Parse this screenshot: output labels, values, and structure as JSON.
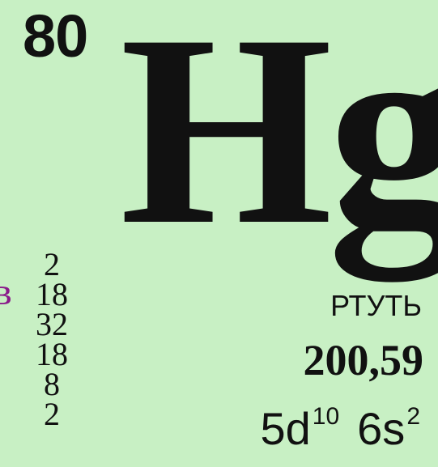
{
  "element": {
    "atomic_number": "80",
    "symbol": "Hg",
    "name": "РТУТЬ",
    "atomic_mass": "200,59",
    "electron_shells": [
      "2",
      "18",
      "32",
      "18",
      "8",
      "2"
    ],
    "electron_configuration": [
      {
        "orbital": "5d",
        "electrons": "10"
      },
      {
        "orbital": "6s",
        "electrons": "2"
      }
    ]
  },
  "edge_letter": "в",
  "colors": {
    "background": "#c8f0c4",
    "text": "#111111",
    "edge_letter": "#8a1a8a"
  }
}
